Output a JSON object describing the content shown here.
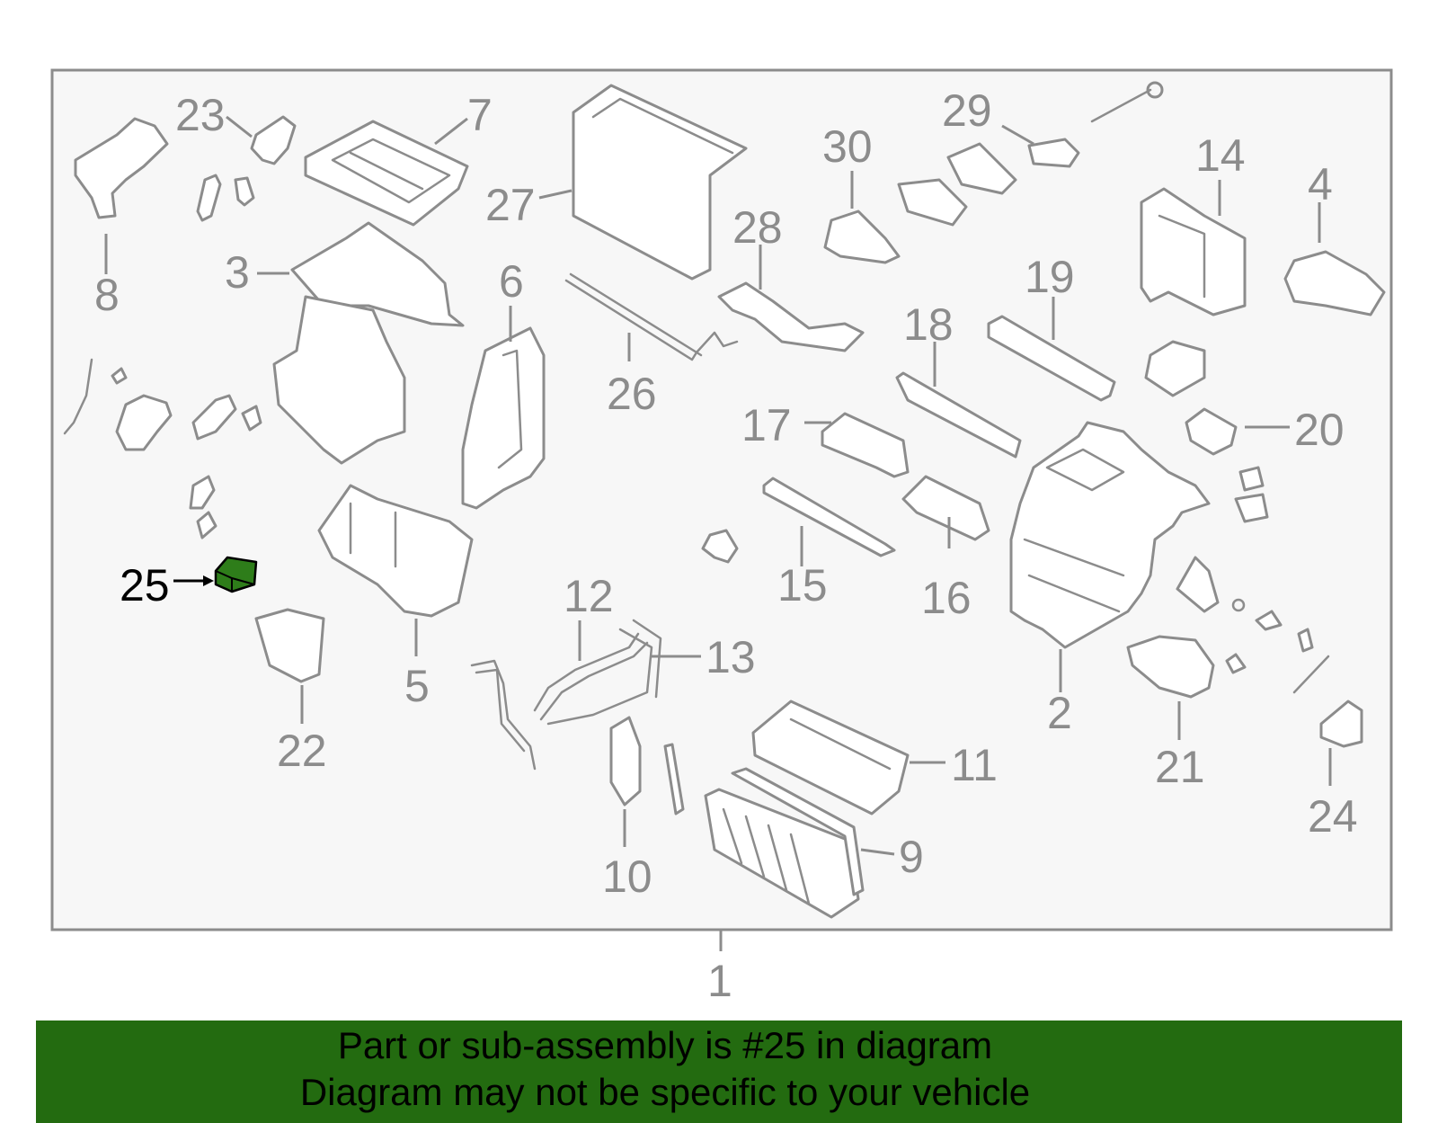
{
  "diagram": {
    "callouts": [
      {
        "id": "c1",
        "text": "1"
      },
      {
        "id": "c2",
        "text": "2"
      },
      {
        "id": "c3",
        "text": "3"
      },
      {
        "id": "c4",
        "text": "4"
      },
      {
        "id": "c5",
        "text": "5"
      },
      {
        "id": "c6",
        "text": "6"
      },
      {
        "id": "c7",
        "text": "7"
      },
      {
        "id": "c8",
        "text": "8"
      },
      {
        "id": "c9",
        "text": "9"
      },
      {
        "id": "c10",
        "text": "10"
      },
      {
        "id": "c11",
        "text": "11"
      },
      {
        "id": "c12",
        "text": "12"
      },
      {
        "id": "c13",
        "text": "13"
      },
      {
        "id": "c14",
        "text": "14"
      },
      {
        "id": "c15",
        "text": "15"
      },
      {
        "id": "c16",
        "text": "16"
      },
      {
        "id": "c17",
        "text": "17"
      },
      {
        "id": "c18",
        "text": "18"
      },
      {
        "id": "c19",
        "text": "19"
      },
      {
        "id": "c20",
        "text": "20"
      },
      {
        "id": "c21",
        "text": "21"
      },
      {
        "id": "c22",
        "text": "22"
      },
      {
        "id": "c23",
        "text": "23"
      },
      {
        "id": "c24",
        "text": "24"
      },
      {
        "id": "c25",
        "text": "25"
      },
      {
        "id": "c26",
        "text": "26"
      },
      {
        "id": "c27",
        "text": "27"
      },
      {
        "id": "c28",
        "text": "28"
      },
      {
        "id": "c29",
        "text": "29"
      },
      {
        "id": "c30",
        "text": "30"
      }
    ],
    "highlighted_part": "25"
  },
  "banner": {
    "line1": "Part or sub-assembly is #25 in diagram",
    "line2": "Diagram may not be specific to your vehicle"
  },
  "colors": {
    "background": "#ffffff",
    "panel": "#f7f7f7",
    "line_art": "#8c8c8c",
    "highlight": "#2e7d1a",
    "banner": "#236b10",
    "banner_text": "#000000"
  }
}
